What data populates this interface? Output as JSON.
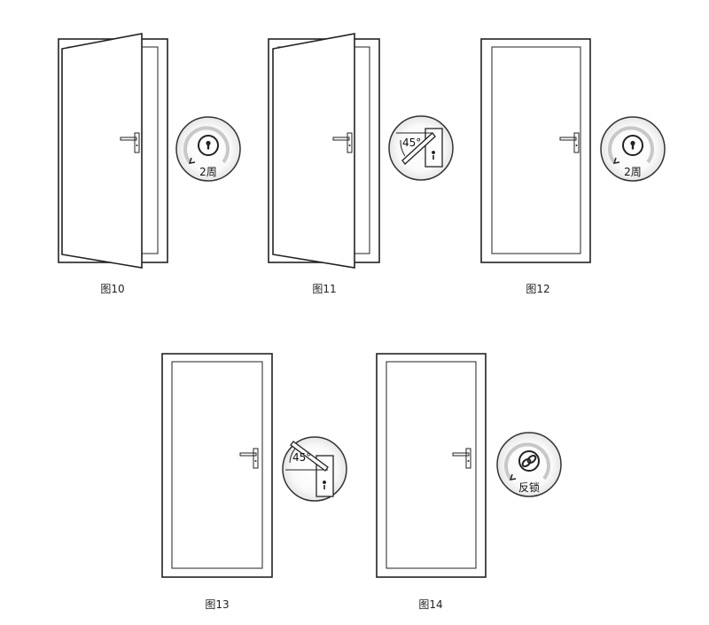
{
  "figures": [
    {
      "caption": "图10",
      "badge": {
        "icon": "keyhole-icon",
        "label": "2周"
      }
    },
    {
      "caption": "图11",
      "badge": {
        "icon": "handle-angle-icon",
        "label": "45°"
      }
    },
    {
      "caption": "图12",
      "badge": {
        "icon": "keyhole-icon",
        "label": "2周"
      }
    },
    {
      "caption": "图13",
      "badge": {
        "icon": "handle-angle-icon",
        "label": "45°"
      }
    },
    {
      "caption": "图14",
      "badge": {
        "icon": "reverse-lock-icon",
        "label": "反锁"
      }
    }
  ]
}
